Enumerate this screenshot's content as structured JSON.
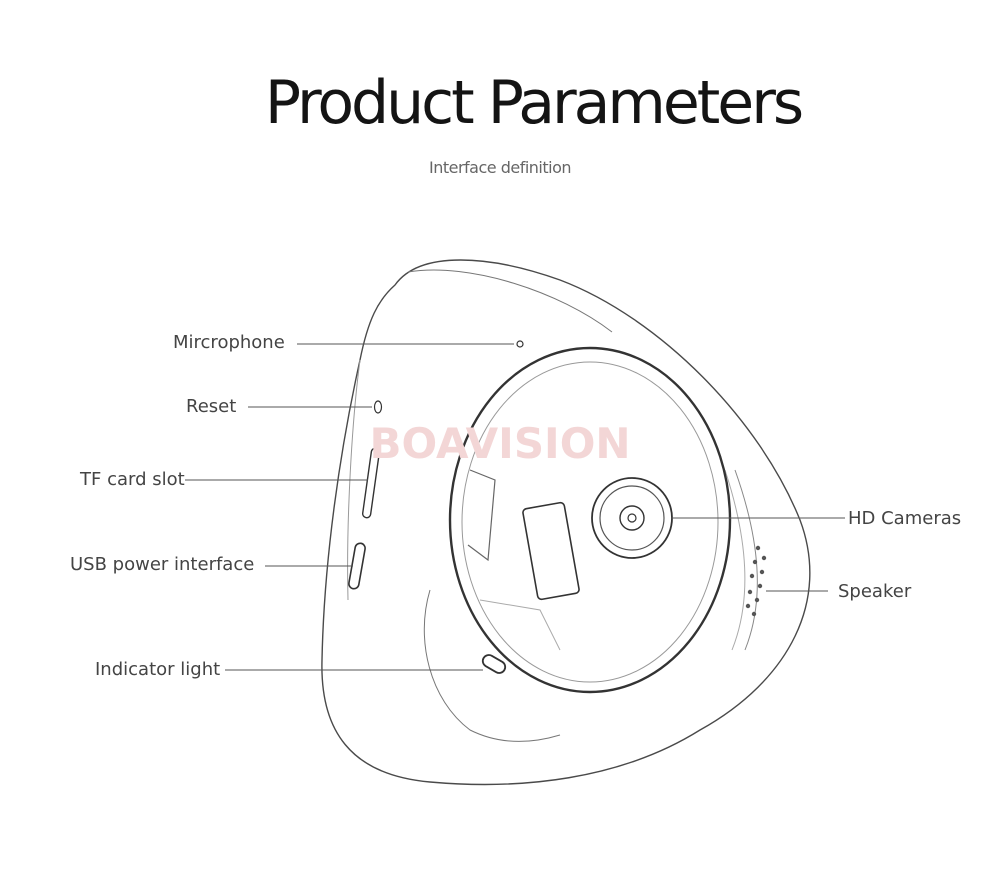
{
  "header": {
    "title": "Product Parameters",
    "subtitle": "Interface definition"
  },
  "watermark": "BOAVISION",
  "callouts": [
    {
      "id": "microphone",
      "label": "Mircrophone"
    },
    {
      "id": "reset",
      "label": "Reset"
    },
    {
      "id": "tf-card-slot",
      "label": "TF card slot"
    },
    {
      "id": "usb-power",
      "label": "USB power interface"
    },
    {
      "id": "indicator-light",
      "label": "Indicator light"
    },
    {
      "id": "hd-cameras",
      "label": "HD Cameras"
    },
    {
      "id": "speaker",
      "label": "Speaker"
    }
  ],
  "colors": {
    "background": "#ffffff",
    "outline": "#4a4a4a",
    "leader": "#555555",
    "text": "#444444",
    "watermark": "#f3d6d6"
  }
}
